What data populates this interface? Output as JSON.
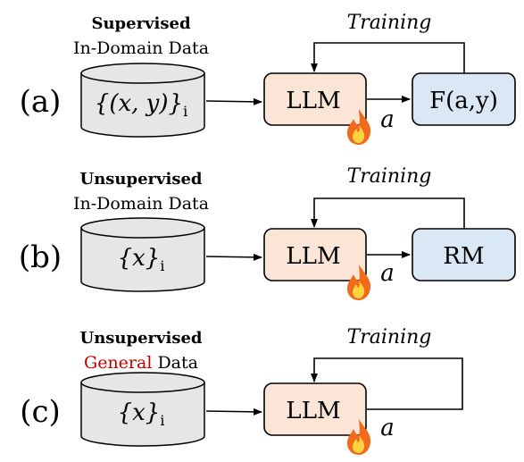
{
  "panels": [
    {
      "id": "a",
      "label": "(a)",
      "data_kind": "Supervised",
      "data_scope_accent": "",
      "data_scope_rest": "In-Domain Data",
      "dataset": "{(x, y)}",
      "dataset_subscript": "i",
      "model": "LLM",
      "output": "a",
      "reward": "F(a,y)",
      "training": "Training"
    },
    {
      "id": "b",
      "label": "(b)",
      "data_kind": "Unsupervised",
      "data_scope_accent": "",
      "data_scope_rest": "In-Domain Data",
      "dataset": "{x}",
      "dataset_subscript": "i",
      "model": "LLM",
      "output": "a",
      "reward": "RM",
      "training": "Training"
    },
    {
      "id": "c",
      "label": "(c)",
      "data_kind": "Unsupervised",
      "data_scope_accent": "General",
      "data_scope_rest": " Data",
      "dataset": "{x}",
      "dataset_subscript": "i",
      "model": "LLM",
      "output": "a",
      "reward": "",
      "training": "Training"
    }
  ],
  "colors": {
    "llm_fill": "#fbe5d6",
    "reward_fill": "#dae8f5",
    "db_fill": "#e6e6e6",
    "accent_text": "#c00000",
    "stroke": "#000000",
    "flame_outer": "#f26a1b",
    "flame_inner": "#ffd23f"
  },
  "icons": {
    "model_badge": "fire-icon",
    "dataset": "database-cylinder-icon"
  }
}
